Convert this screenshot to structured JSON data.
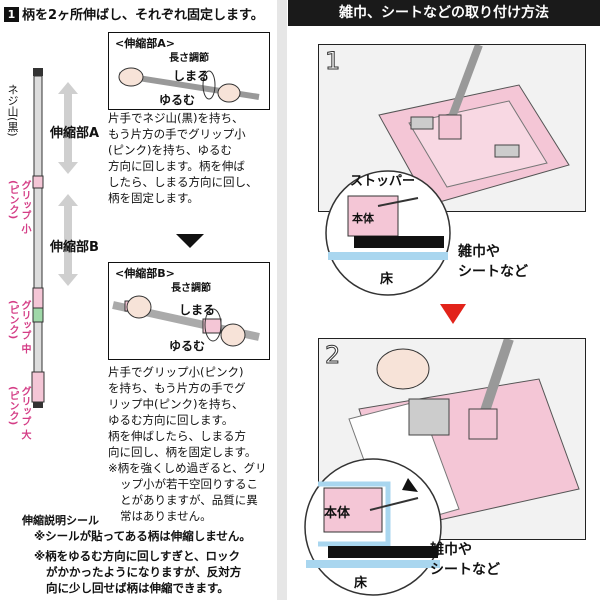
{
  "left": {
    "heading_num": "1",
    "heading": "柄を2ヶ所伸ばし、それぞれ固定します。",
    "labels": {
      "neji": "ネジ山(黒)",
      "grip_small": "グリップ 小",
      "grip_small_color": "(ピンク)",
      "grip_mid": "グリップ 中",
      "grip_mid_color": "(ピンク)",
      "grip_large": "グリップ 大",
      "grip_large_color": "(ピンク)",
      "section_a": "伸縮部A",
      "section_b": "伸縮部B",
      "seal": "伸縮説明シール"
    },
    "box_a": {
      "title": "<伸縮部A>",
      "adjust": "長さ調節",
      "tighten": "しまる",
      "loosen": "ゆるむ"
    },
    "box_b": {
      "title": "<伸縮部B>",
      "adjust": "長さ調節",
      "tighten": "しまる",
      "loosen": "ゆるむ"
    },
    "desc_a": [
      "片手でネジ山(黒)を持ち、",
      "もう片方の手でグリップ小",
      "(ピンク)を持ち、ゆるむ",
      "方向に回します。柄を伸ば",
      "したら、しまる方向に回し、",
      "柄を固定します。"
    ],
    "desc_b": [
      "片手でグリップ小(ピンク)",
      "を持ち、もう片方の手でグ",
      "リップ中(ピンク)を持ち、",
      "ゆるむ方向に回します。",
      "柄を伸ばしたら、しまる方",
      "向に回し、柄を固定します。",
      "※柄を強くしめ過ぎると、グリ",
      "ップ小が若干空回りするこ",
      "とがありますが、品質に異",
      "常はありません。"
    ],
    "note1": "※シールが貼ってある柄は伸縮しません。",
    "note2": [
      "※柄をゆるむ方向に回しすぎと、ロック",
      "がかかったようになりますが、反対方",
      "向に少し回せば柄は伸縮できます。"
    ]
  },
  "right": {
    "heading": "雑巾、シートなどの取り付け方法",
    "step1_num": "1",
    "step2_num": "2",
    "stopper": "ストッパー",
    "body": "本体",
    "floor": "床",
    "cloth_line1": "雑巾や",
    "cloth_line2": "シートなど"
  },
  "colors": {
    "pink": "#f4c6d6",
    "pink_text": "#d43d86",
    "arrow_red": "#e2231a",
    "blue": "#a9d6ef"
  }
}
